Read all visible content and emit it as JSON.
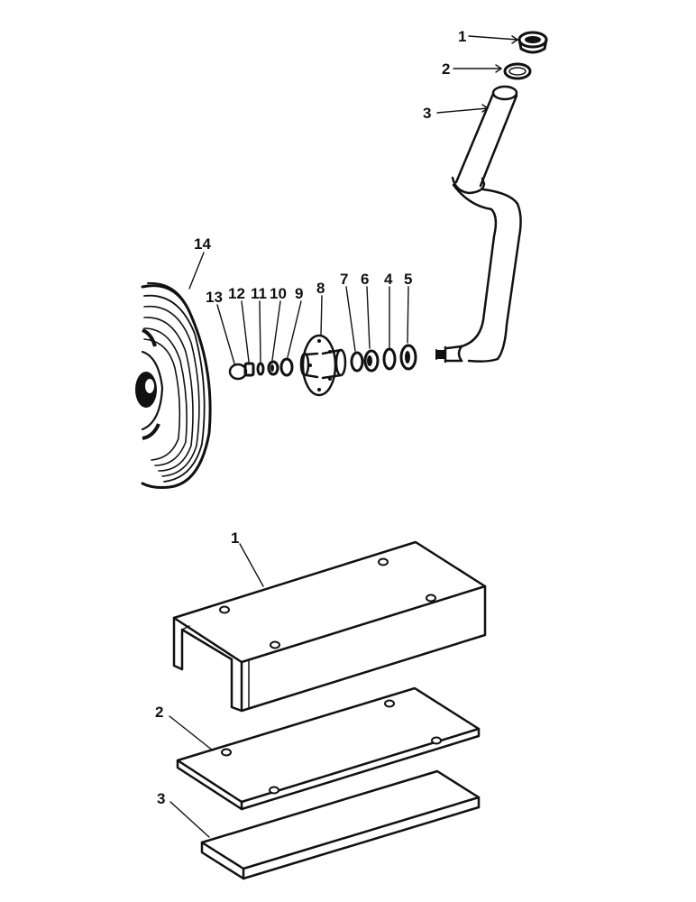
{
  "upper_assembly": {
    "callouts": [
      {
        "id": "cap",
        "text": "1"
      },
      {
        "id": "seal-ring",
        "text": "2"
      },
      {
        "id": "spindle-arm",
        "text": "3"
      },
      {
        "id": "seal-5",
        "text": "5"
      },
      {
        "id": "washer-4",
        "text": "4"
      },
      {
        "id": "bearing-6",
        "text": "6"
      },
      {
        "id": "bearing-cup-7",
        "text": "7"
      },
      {
        "id": "hub",
        "text": "8"
      },
      {
        "id": "bearing-cup-9",
        "text": "9"
      },
      {
        "id": "bearing-10",
        "text": "10"
      },
      {
        "id": "washer-11",
        "text": "11"
      },
      {
        "id": "nut-12",
        "text": "12"
      },
      {
        "id": "dust-cap-13",
        "text": "13"
      },
      {
        "id": "tire-wheel",
        "text": "14"
      }
    ]
  },
  "lower_assembly": {
    "callouts": [
      {
        "id": "channel-bracket",
        "text": "1"
      },
      {
        "id": "plate",
        "text": "2"
      },
      {
        "id": "pad",
        "text": "3"
      }
    ]
  }
}
